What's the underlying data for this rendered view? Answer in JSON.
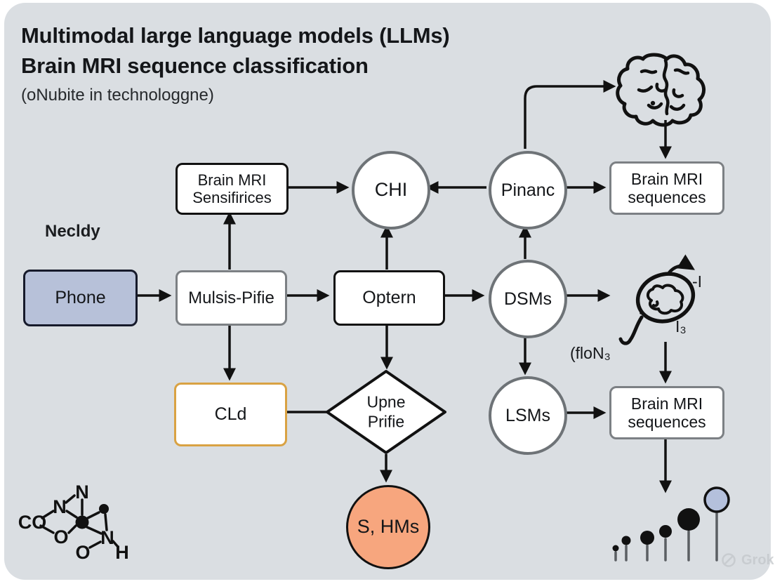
{
  "header": {
    "title_line1": "Multimodal large language models (LLMs)",
    "title_line2": "Brain MRI sequence classification",
    "subtitle": "(oNubite in technologgne)"
  },
  "labels": {
    "necldy": "Necldy",
    "flon": "(floN₃",
    "head_dash_label": "-I",
    "head_sub_label": "I₃"
  },
  "nodes": {
    "phone": {
      "label": "Phone",
      "fill": "#b7c1d9"
    },
    "sensifirices": {
      "line1": "Brain MRI",
      "line2": "Sensifirices"
    },
    "chi": {
      "label": "CHI"
    },
    "pinanc": {
      "label": "Pinanc"
    },
    "seq_top": {
      "line1": "Brain MRI",
      "line2": "sequences"
    },
    "mulsis": {
      "label": "Mulsis-Pifie"
    },
    "optern": {
      "label": "Optern"
    },
    "dsms": {
      "label": "DSMs"
    },
    "cld": {
      "label": "CLd",
      "border_color": "#d9a243"
    },
    "upne": {
      "line1": "Upne",
      "line2": "Prifie"
    },
    "lsms": {
      "label": "LSMs"
    },
    "seq_bottom": {
      "line1": "Brain MRI",
      "line2": "sequences"
    },
    "shms": {
      "label": "S, HMs",
      "fill": "#f7a67e"
    }
  },
  "molecule": {
    "n_top": "N",
    "n_left": "N",
    "co": "CO",
    "o_mid": "O",
    "o_bottom": "O",
    "n_right": "N",
    "h": "H"
  },
  "watermark": "Grok",
  "colors": {
    "card_bg": "#dadee2",
    "arrow": "#111111",
    "gray_border": "#6e7377",
    "phone_fill": "#b7c1d9",
    "cld_border": "#d9a243",
    "shms_fill": "#f7a67e",
    "lollipop_highlight": "#b4c0dc"
  }
}
